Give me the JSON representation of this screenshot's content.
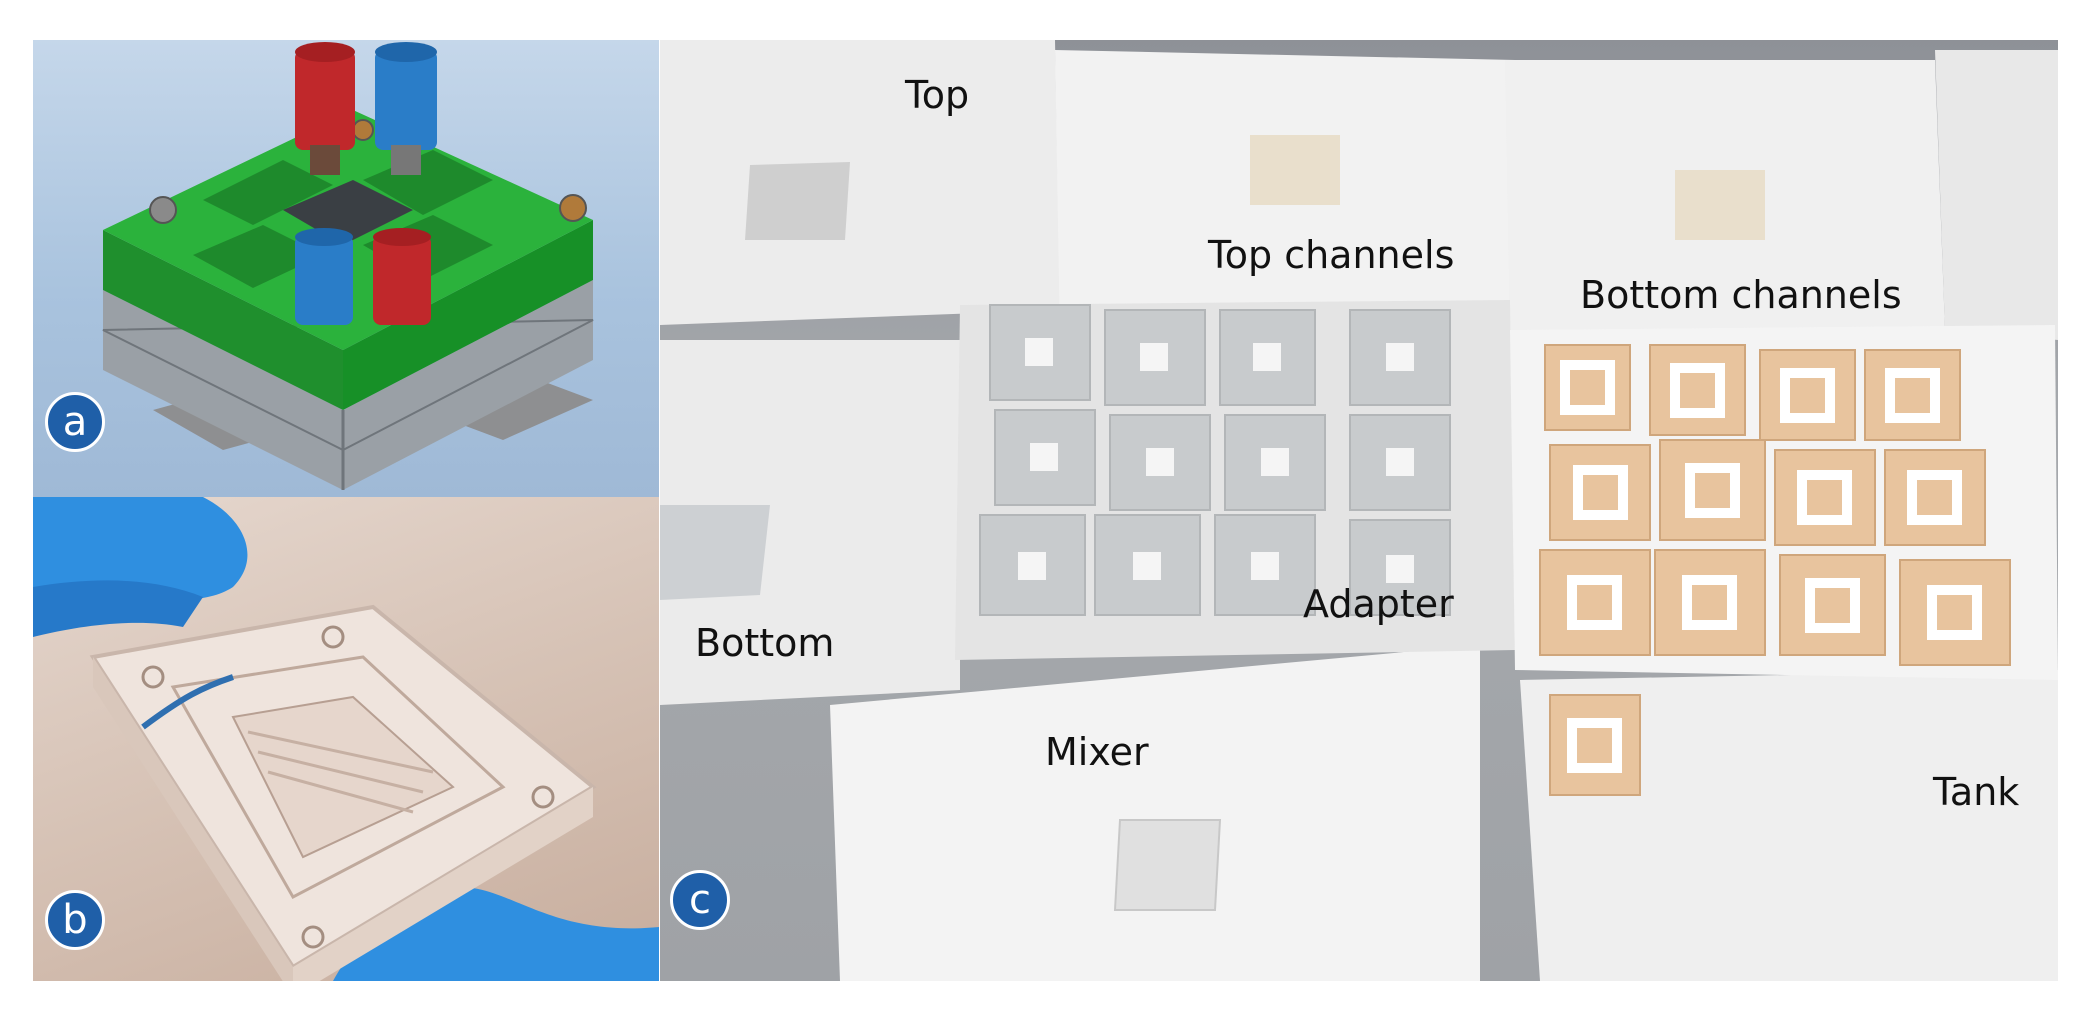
{
  "panels": {
    "a": {
      "badge": "a"
    },
    "b": {
      "badge": "b"
    },
    "c": {
      "badge": "c",
      "labels": {
        "top": "Top",
        "top_channels": "Top channels",
        "bottom_channels": "Bottom channels",
        "bottom": "Bottom",
        "adapter": "Adapter",
        "mixer": "Mixer",
        "tank": "Tank"
      }
    }
  },
  "colors": {
    "badge": "#1f5fa8",
    "holder_green": "#27a537",
    "connector_red": "#c0282b",
    "connector_blue": "#2a7dc8",
    "glove_blue": "#2f8fe0",
    "adhesive_tan": "#e8c49e"
  }
}
